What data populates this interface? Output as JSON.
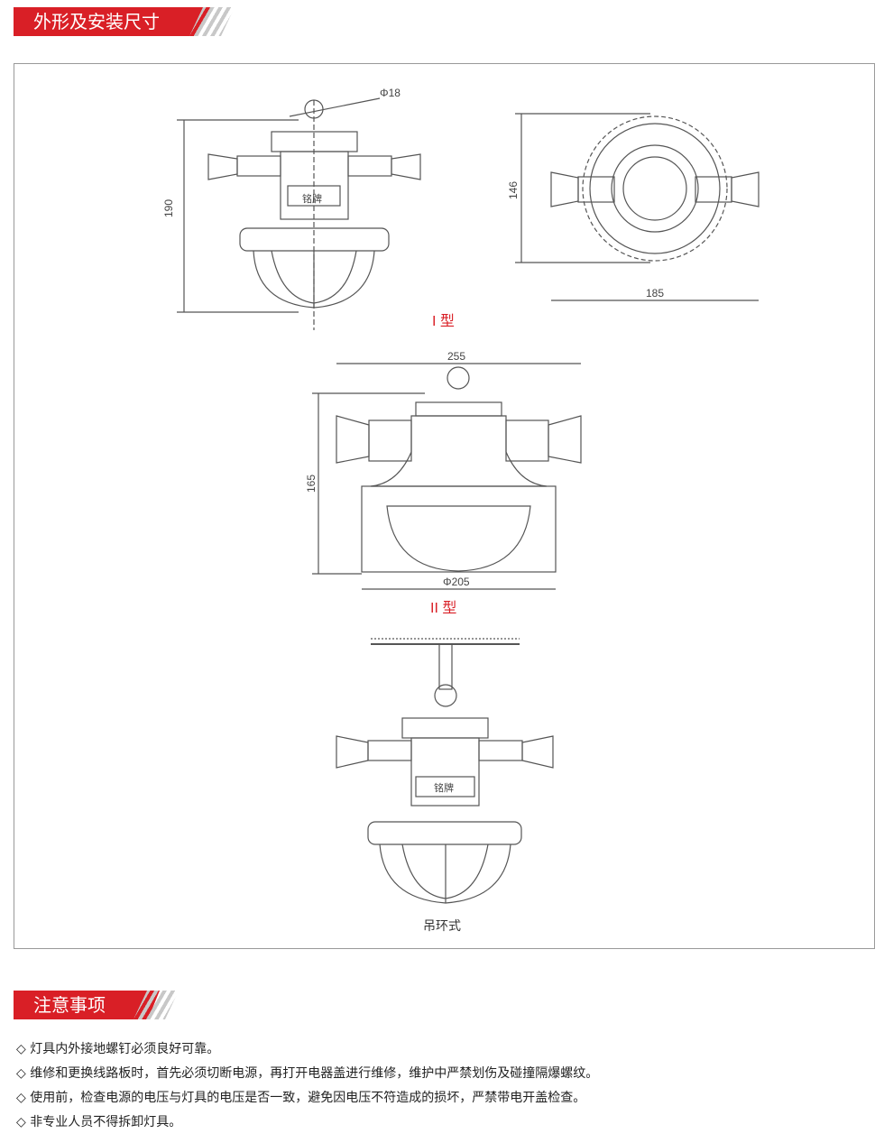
{
  "section1": {
    "title": "外形及安装尺寸"
  },
  "drawings": {
    "type1": {
      "label": "I 型",
      "dia_ring": "Φ18",
      "height": "190",
      "depth": "146",
      "width": "185",
      "nameplate": "铭牌"
    },
    "type2": {
      "label": "II 型",
      "width": "255",
      "height": "165",
      "dia": "Φ205"
    },
    "hanging": {
      "label": "吊环式",
      "nameplate": "铭牌"
    }
  },
  "section2": {
    "title": "注意事项"
  },
  "notes": [
    "◇ 灯具内外接地螺钉必须良好可靠。",
    "◇ 维修和更换线路板时，首先必须切断电源，再打开电器盖进行维修，维护中严禁划伤及碰撞隔爆螺纹。",
    "◇ 使用前，检查电源的电压与灯具的电压是否一致，避免因电压不符造成的损坏，严禁带电开盖检查。",
    "◇ 非专业人员不得拆卸灯具。"
  ],
  "colors": {
    "accent": "#d91f26",
    "line": "#555555"
  }
}
